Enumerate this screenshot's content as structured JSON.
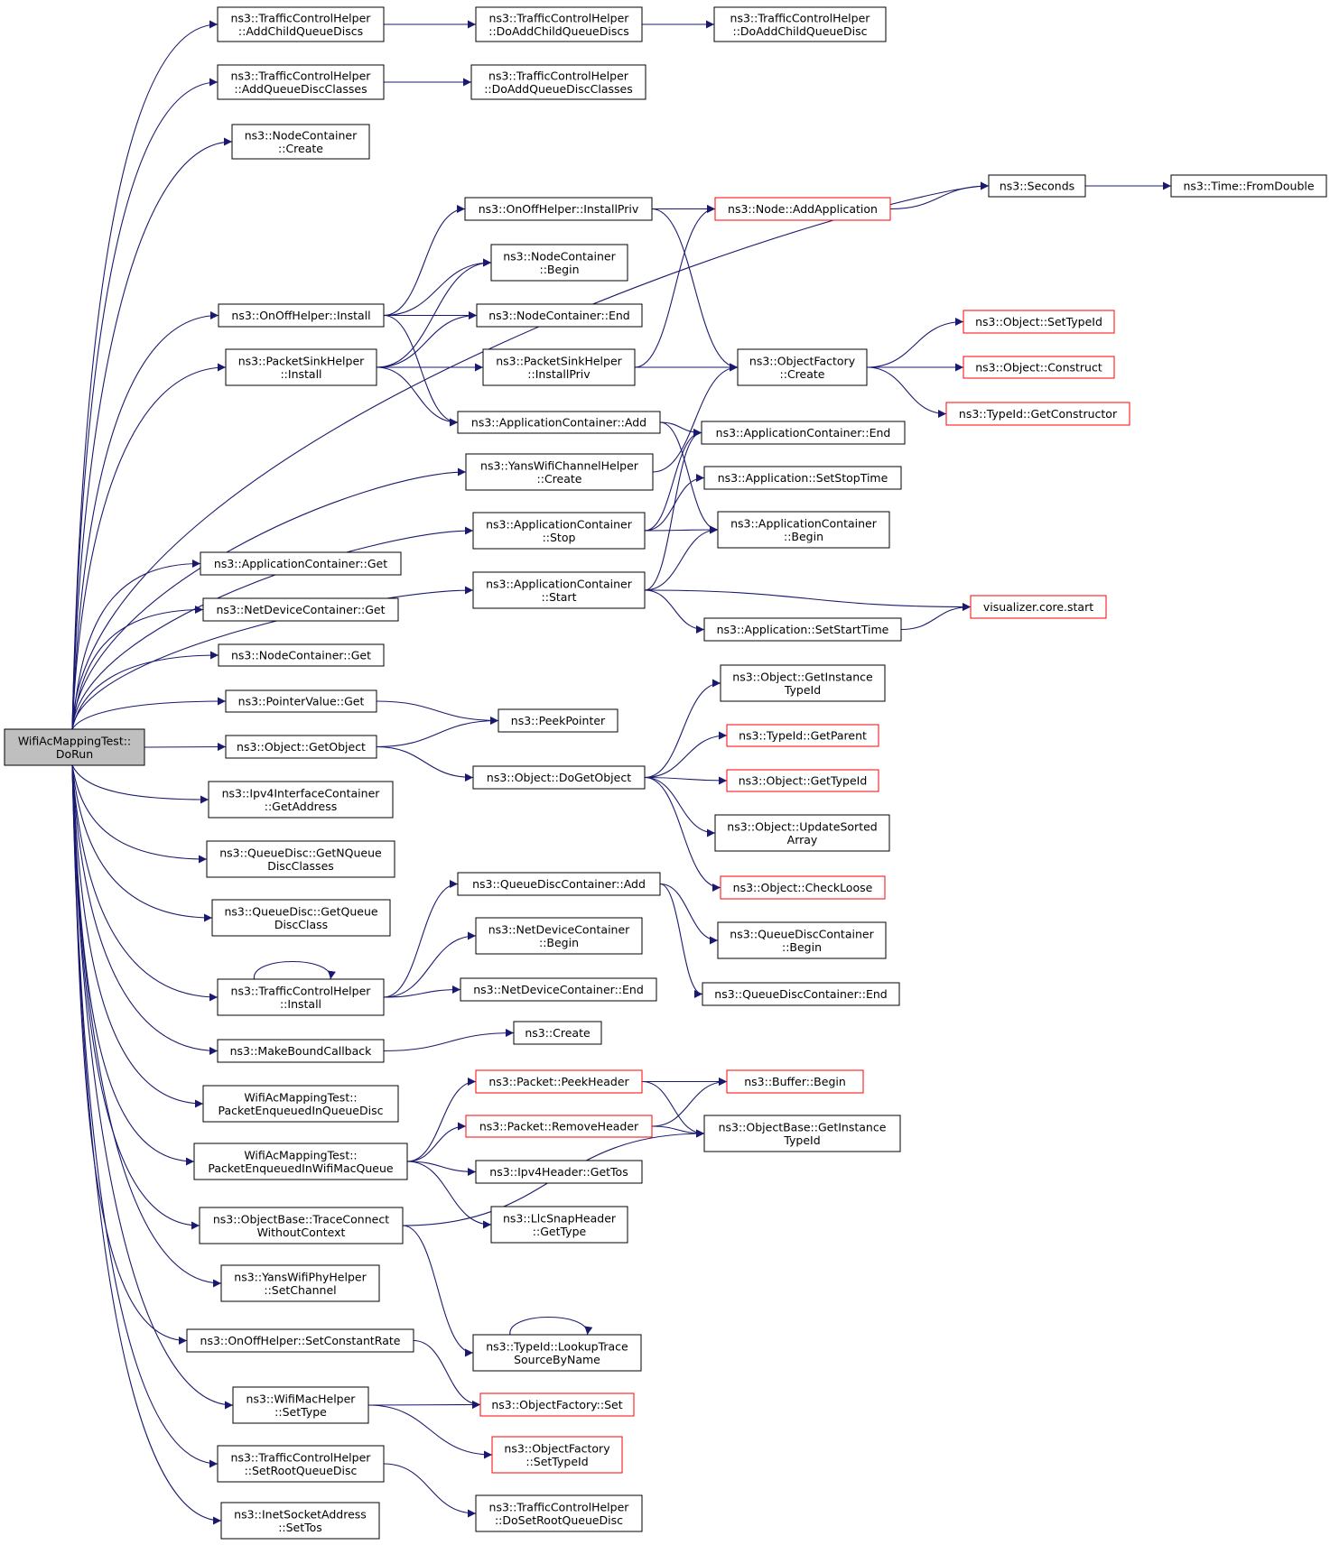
{
  "graph": {
    "title": "",
    "colors": {
      "edge": "#191970",
      "node_border": "#000000",
      "node_border_incomplete": "#ff0000",
      "root_fill": "#bfbfbf"
    },
    "nodes": {
      "root": [
        "WifiAcMappingTest::",
        "DoRun"
      ],
      "tch_add_child": [
        "ns3::TrafficControlHelper",
        "::AddChildQueueDiscs"
      ],
      "tch_doadd_children": [
        "ns3::TrafficControlHelper",
        "::DoAddChildQueueDiscs"
      ],
      "tch_doadd_child": [
        "ns3::TrafficControlHelper",
        "::DoAddChildQueueDisc"
      ],
      "tch_add_classes": [
        "ns3::TrafficControlHelper",
        "::AddQueueDiscClasses"
      ],
      "tch_doadd_classes": [
        "ns3::TrafficControlHelper",
        "::DoAddQueueDiscClasses"
      ],
      "nc_create": [
        "ns3::NodeContainer",
        "::Create"
      ],
      "seconds": [
        "ns3::Seconds"
      ],
      "time_fromdouble": [
        "ns3::Time::FromDouble"
      ],
      "onoff_installpriv": [
        "ns3::OnOffHelper::InstallPriv"
      ],
      "node_addapp": [
        "ns3::Node::AddApplication"
      ],
      "nc_begin": [
        "ns3::NodeContainer",
        "::Begin"
      ],
      "onoff_install": [
        "ns3::OnOffHelper::Install"
      ],
      "nc_end": [
        "ns3::NodeContainer::End"
      ],
      "obj_settypeid": [
        "ns3::Object::SetTypeId"
      ],
      "psh_install": [
        "ns3::PacketSinkHelper",
        "::Install"
      ],
      "psh_installpriv": [
        "ns3::PacketSinkHelper",
        "::InstallPriv"
      ],
      "of_create": [
        "ns3::ObjectFactory",
        "::Create"
      ],
      "obj_construct": [
        "ns3::Object::Construct"
      ],
      "typeid_getctor": [
        "ns3::TypeId::GetConstructor"
      ],
      "appc_add": [
        "ns3::ApplicationContainer::Add"
      ],
      "appc_end": [
        "ns3::ApplicationContainer::End"
      ],
      "yans_chan_create": [
        "ns3::YansWifiChannelHelper",
        "::Create"
      ],
      "app_setstop": [
        "ns3::Application::SetStopTime"
      ],
      "appc_stop": [
        "ns3::ApplicationContainer",
        "::Stop"
      ],
      "appc_begin": [
        "ns3::ApplicationContainer",
        "::Begin"
      ],
      "appc_get": [
        "ns3::ApplicationContainer::Get"
      ],
      "appc_start": [
        "ns3::ApplicationContainer",
        "::Start"
      ],
      "viz_start": [
        "visualizer.core.start"
      ],
      "ndc_get": [
        "ns3::NetDeviceContainer::Get"
      ],
      "app_setstart": [
        "ns3::Application::SetStartTime"
      ],
      "nc_get": [
        "ns3::NodeContainer::Get"
      ],
      "obj_getinst": [
        "ns3::Object::GetInstance",
        "TypeId"
      ],
      "pv_get": [
        "ns3::PointerValue::Get"
      ],
      "peekpointer": [
        "ns3::PeekPointer"
      ],
      "typeid_getparent": [
        "ns3::TypeId::GetParent"
      ],
      "obj_getobject": [
        "ns3::Object::GetObject"
      ],
      "obj_dogetobject": [
        "ns3::Object::DoGetObject"
      ],
      "obj_gettypeid": [
        "ns3::Object::GetTypeId"
      ],
      "ipv4ic_getaddr": [
        "ns3::Ipv4InterfaceContainer",
        "::GetAddress"
      ],
      "obj_updsorted": [
        "ns3::Object::UpdateSorted",
        "Array"
      ],
      "qd_getn": [
        "ns3::QueueDisc::GetNQueue",
        "DiscClasses"
      ],
      "obj_checkloose": [
        "ns3::Object::CheckLoose"
      ],
      "qdc_add": [
        "ns3::QueueDiscContainer::Add"
      ],
      "qd_getclass": [
        "ns3::QueueDisc::GetQueue",
        "DiscClass"
      ],
      "ndc_begin": [
        "ns3::NetDeviceContainer",
        "::Begin"
      ],
      "qdc_begin": [
        "ns3::QueueDiscContainer",
        "::Begin"
      ],
      "tch_install": [
        "ns3::TrafficControlHelper",
        "::Install"
      ],
      "ndc_end": [
        "ns3::NetDeviceContainer::End"
      ],
      "qdc_end": [
        "ns3::QueueDiscContainer::End"
      ],
      "create": [
        "ns3::Create"
      ],
      "makebound": [
        "ns3::MakeBoundCallback"
      ],
      "pkt_peekheader": [
        "ns3::Packet::PeekHeader"
      ],
      "buf_begin": [
        "ns3::Buffer::Begin"
      ],
      "pe_qdisc": [
        "WifiAcMappingTest::",
        "PacketEnqueuedInQueueDisc"
      ],
      "pkt_removeheader": [
        "ns3::Packet::RemoveHeader"
      ],
      "ob_getinst": [
        "ns3::ObjectBase::GetInstance",
        "TypeId"
      ],
      "pe_macqueue": [
        "WifiAcMappingTest::",
        "PacketEnqueuedInWifiMacQueue"
      ],
      "ipv4h_gettos": [
        "ns3::Ipv4Header::GetTos"
      ],
      "ob_traceconnect": [
        "ns3::ObjectBase::TraceConnect",
        "WithoutContext"
      ],
      "llc_gettype": [
        "ns3::LlcSnapHeader",
        "::GetType"
      ],
      "yans_phy_setchan": [
        "ns3::YansWifiPhyHelper",
        "::SetChannel"
      ],
      "typeid_lookup": [
        "ns3::TypeId::LookupTrace",
        "SourceByName"
      ],
      "onoff_setrate": [
        "ns3::OnOffHelper::SetConstantRate"
      ],
      "mac_settype": [
        "ns3::WifiMacHelper",
        "::SetType"
      ],
      "of_set": [
        "ns3::ObjectFactory::Set"
      ],
      "of_settypeid": [
        "ns3::ObjectFactory",
        "::SetTypeId"
      ],
      "tch_setroot": [
        "ns3::TrafficControlHelper",
        "::SetRootQueueDisc"
      ],
      "tch_dosetroot": [
        "ns3::TrafficControlHelper",
        "::DoSetRootQueueDisc"
      ],
      "isa_settos": [
        "ns3::InetSocketAddress",
        "::SetTos"
      ]
    }
  }
}
